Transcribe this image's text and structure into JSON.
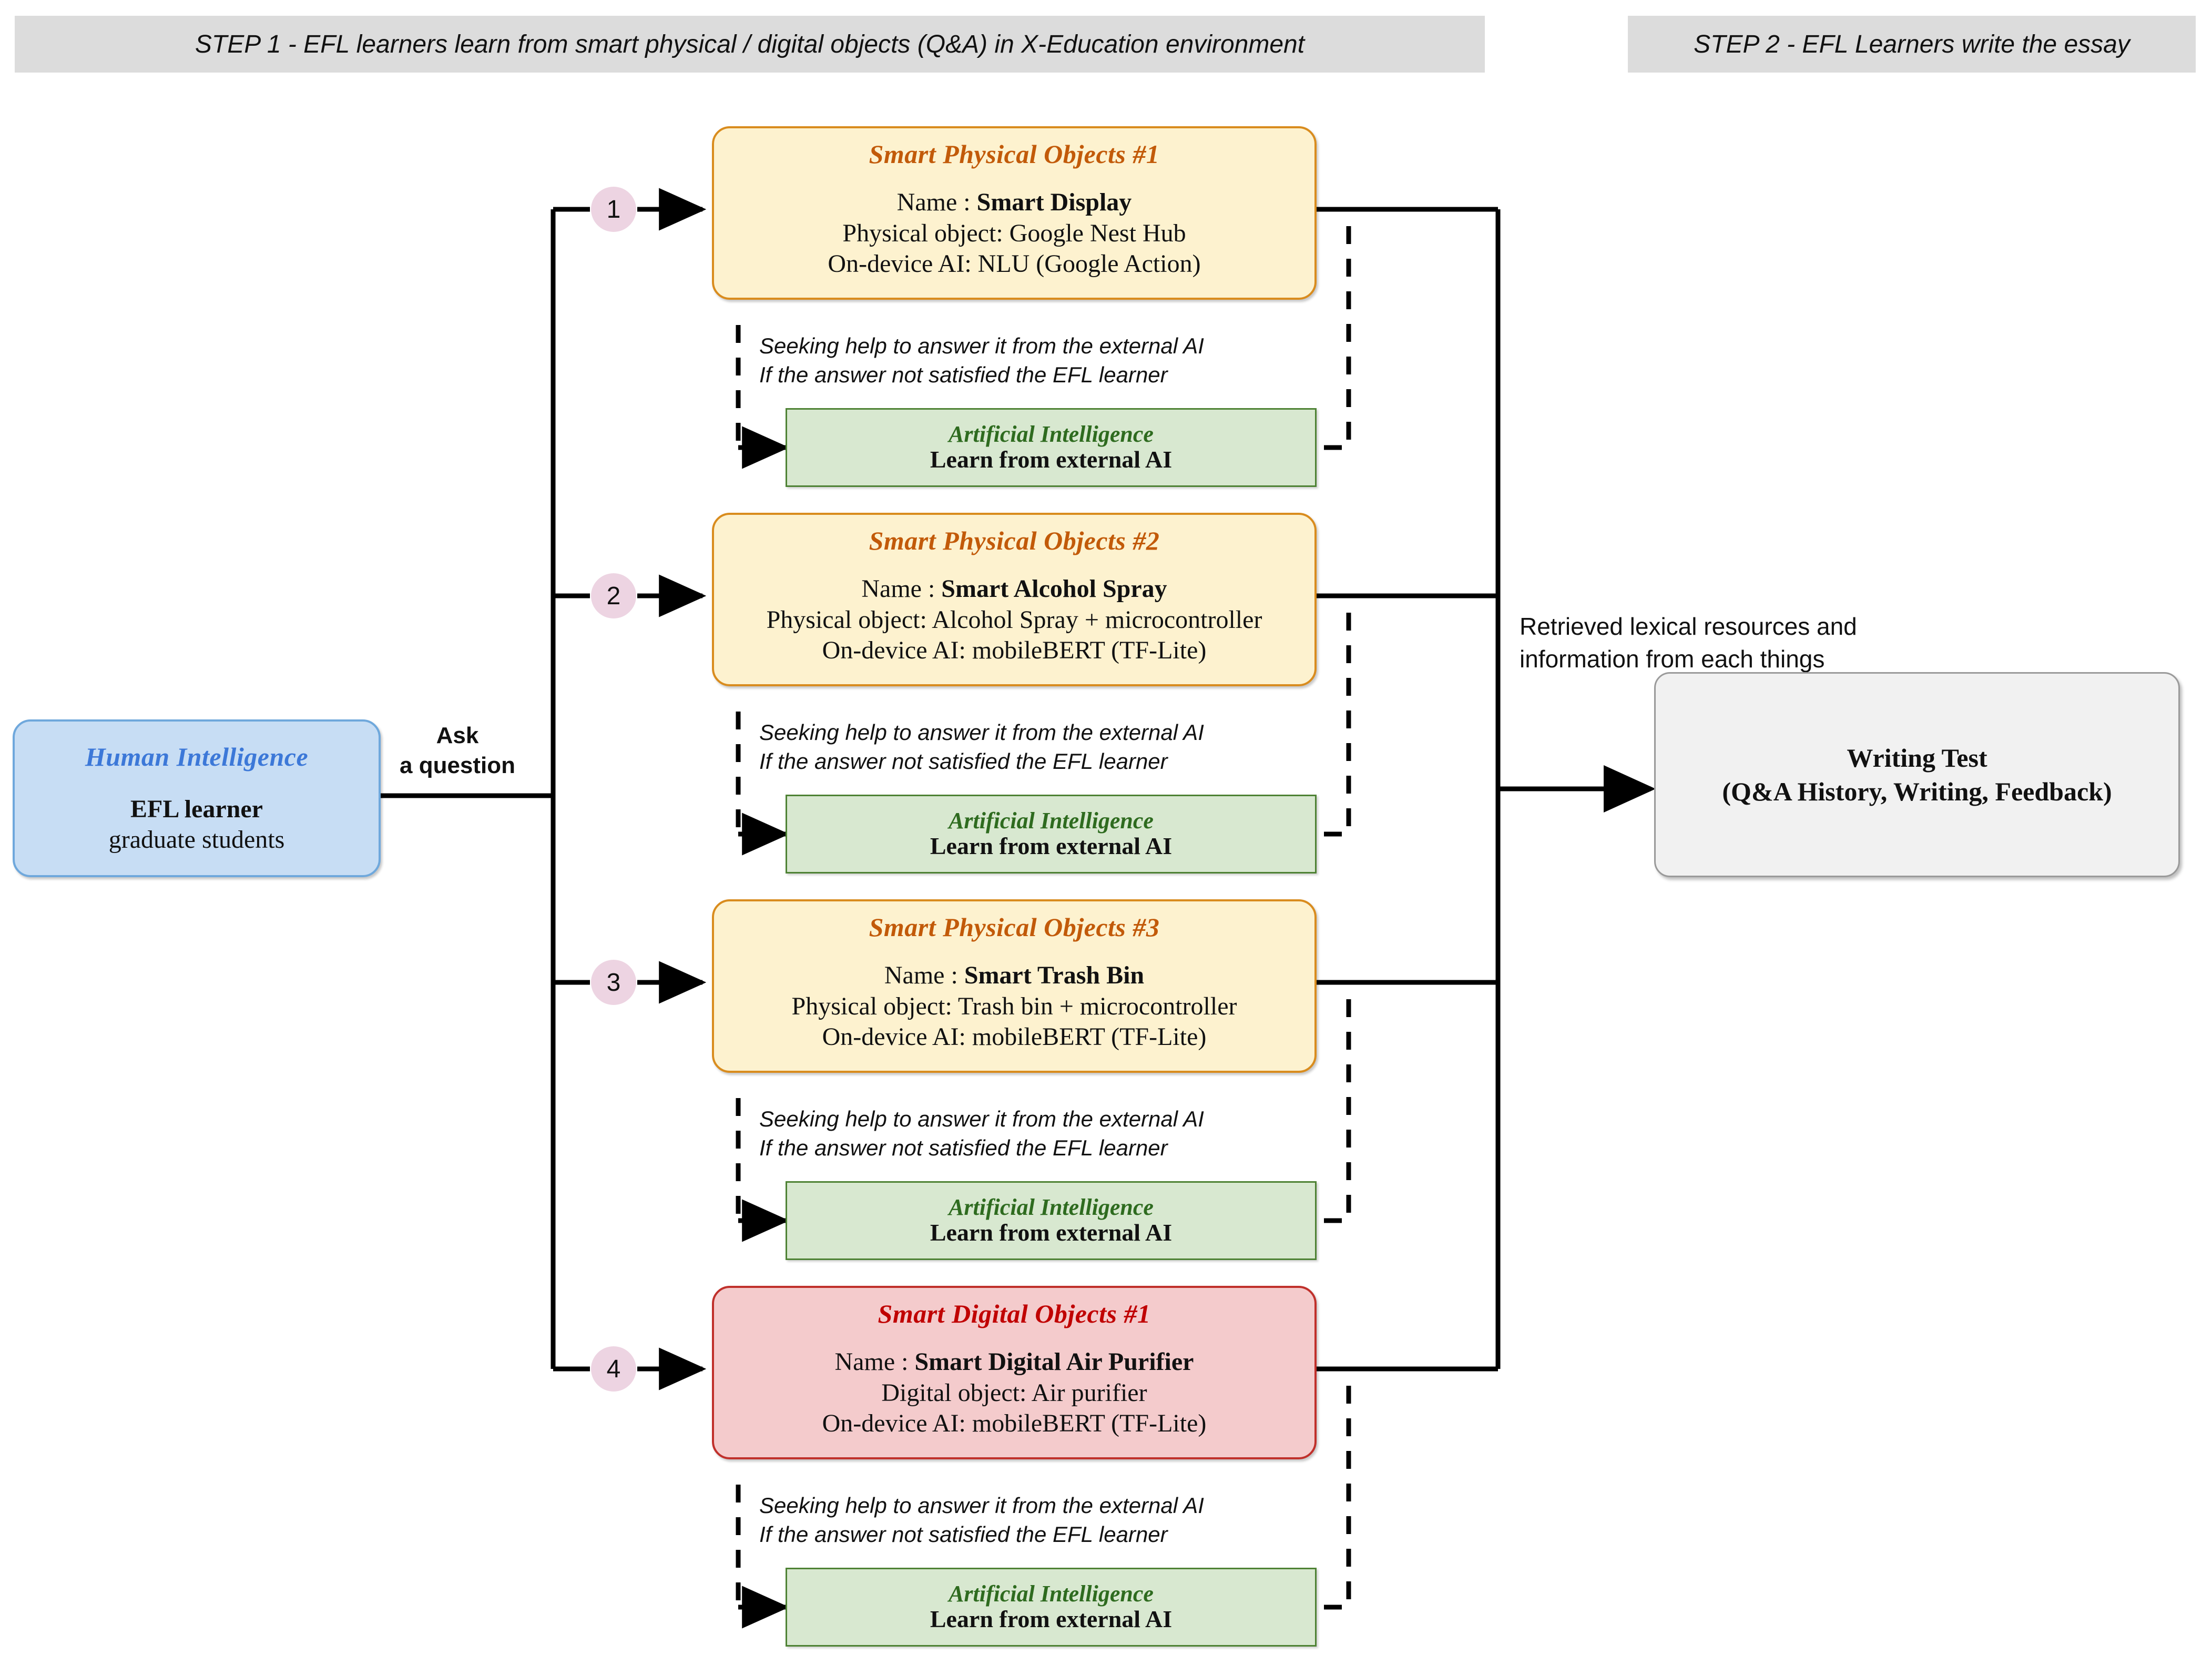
{
  "steps": {
    "step1": "STEP 1 - EFL learners learn from smart physical / digital objects (Q&A) in X-Education environment",
    "step2": "STEP 2 - EFL Learners write the essay"
  },
  "human": {
    "title": "Human Intelligence",
    "line1": "EFL learner",
    "line2": "graduate students"
  },
  "ask_label_l1": "Ask",
  "ask_label_l2": "a question",
  "retrieved_l1": "Retrieved lexical resources and",
  "retrieved_l2": "information from each things",
  "writing": {
    "line1": "Writing Test",
    "line2": "(Q&A History, Writing, Feedback)"
  },
  "seek": {
    "line1": "Seeking help to answer it from the external AI",
    "line2": "If the answer not satisfied the EFL learner"
  },
  "ai": {
    "title": "Artificial Intelligence",
    "subtitle": "Learn from external AI"
  },
  "markers": [
    "1",
    "2",
    "3",
    "4"
  ],
  "objects": [
    {
      "marker": "1",
      "title": "Smart Physical Objects #1",
      "name_label": "Name : ",
      "name_value": "Smart Display",
      "object_line": "Physical object: Google Nest Hub",
      "ai_line": "On-device AI: NLU (Google Action)",
      "kind": "physical"
    },
    {
      "marker": "2",
      "title": "Smart Physical Objects #2",
      "name_label": "Name : ",
      "name_value": "Smart Alcohol Spray",
      "object_line": "Physical object: Alcohol Spray + microcontroller",
      "ai_line": "On-device AI: mobileBERT (TF-Lite)",
      "kind": "physical"
    },
    {
      "marker": "3",
      "title": "Smart Physical Objects #3",
      "name_label": "Name : ",
      "name_value": "Smart Trash Bin",
      "object_line": "Physical object: Trash bin + microcontroller",
      "ai_line": "On-device AI: mobileBERT (TF-Lite)",
      "kind": "physical"
    },
    {
      "marker": "4",
      "title": "Smart Digital Objects #1",
      "name_label": "Name : ",
      "name_value": "Smart Digital Air Purifier",
      "object_line": "Digital object: Air purifier",
      "ai_line": "On-device AI: mobileBERT (TF-Lite)",
      "kind": "digital"
    }
  ],
  "colors": {
    "step_bar": "#DCDCDC",
    "physical_fill": "#FDF2CF",
    "physical_border": "#D98C1E",
    "physical_title": "#C25A09",
    "digital_fill": "#F4CBCC",
    "digital_border": "#C0302B",
    "digital_title": "#C00000",
    "ai_fill": "#D8E8D0",
    "ai_border": "#4E8234",
    "ai_title": "#2E6B1F",
    "human_fill": "#C7DDF4",
    "human_border": "#6FA8DC",
    "human_title": "#3C78D8",
    "writing_fill": "#F1F1F1",
    "writing_border": "#9A9A9A",
    "marker_fill": "#EDD4E2",
    "wire": "#000000"
  }
}
